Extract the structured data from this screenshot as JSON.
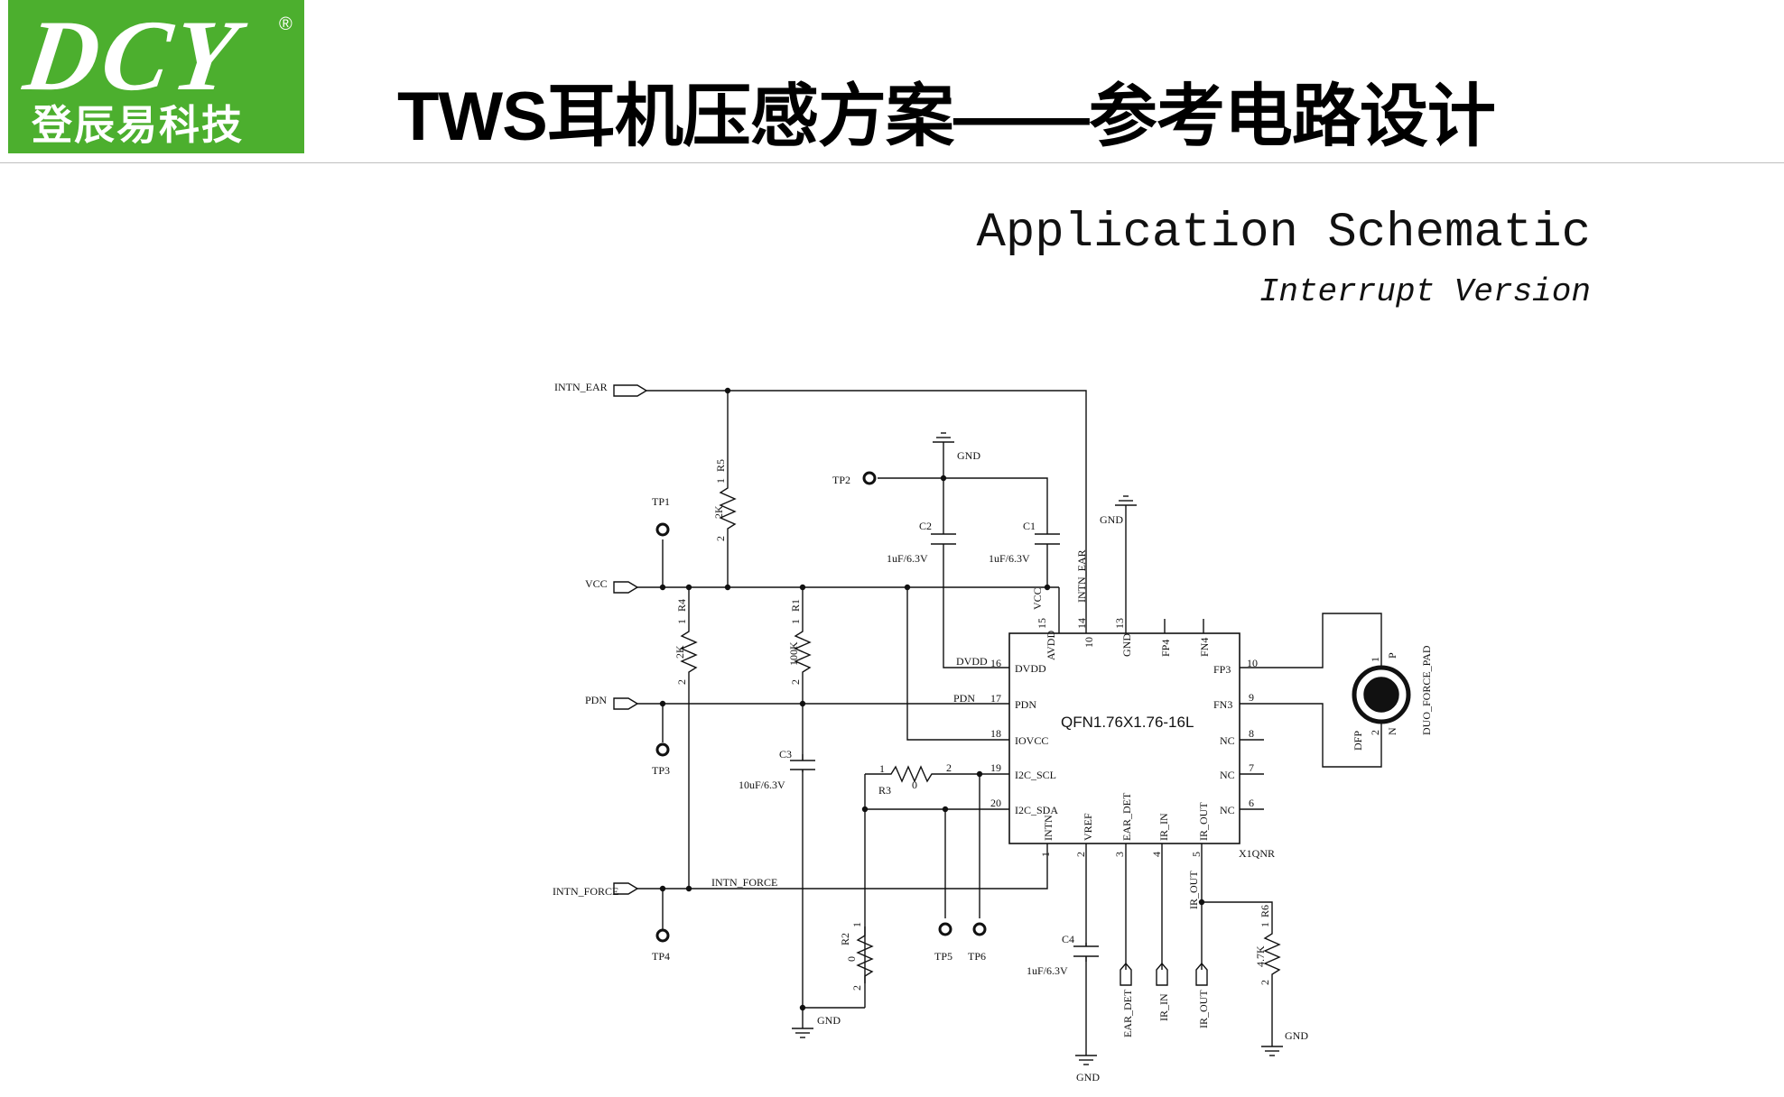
{
  "header": {
    "logo_mark": "DCY",
    "logo_registered": "®",
    "logo_company": "登辰易科技",
    "title": "TWS耳机压感方案——参考电路设计"
  },
  "schematic": {
    "title": "Application Schematic",
    "subtitle": "Interrupt Version",
    "ports": {
      "intn_ear": "INTN_EAR",
      "vcc": "VCC",
      "pdn": "PDN",
      "intn_force": "INTN_FORCE",
      "ear_det": "EAR_DET",
      "ir_in": "IR_IN",
      "ir_out": "IR_OUT"
    },
    "testpoints": {
      "tp1": "TP1",
      "tp2": "TP2",
      "tp3": "TP3",
      "tp4": "TP4",
      "tp5": "TP5",
      "tp6": "TP6"
    },
    "gnd": "GND",
    "nets": {
      "dvdd": "DVDD",
      "pdn": "PDN",
      "intn_force": "INTN_FORCE",
      "vcc": "VCC",
      "intn_ear": "INTN_EAR",
      "ir_out": "IR_OUT"
    },
    "chip": {
      "label": "QFN1.76X1.76-16L",
      "refdes": "X1QNR",
      "left_pins": [
        {
          "num": "16",
          "name": "DVDD"
        },
        {
          "num": "17",
          "name": "PDN"
        },
        {
          "num": "18",
          "name": "IOVCC"
        },
        {
          "num": "19",
          "name": "I2C_SCL"
        },
        {
          "num": "20",
          "name": "I2C_SDA"
        }
      ],
      "right_pins": [
        {
          "num": "10",
          "name": "FP3"
        },
        {
          "num": "9",
          "name": "FN3"
        },
        {
          "num": "8",
          "name": "NC"
        },
        {
          "num": "7",
          "name": "NC"
        },
        {
          "num": "6",
          "name": "NC"
        }
      ],
      "top_pins": [
        {
          "num": "15",
          "name": "AVDD"
        },
        {
          "num": "14",
          "name": "10"
        },
        {
          "num": "13",
          "name": "GND"
        },
        {
          "name": "FP4"
        },
        {
          "name": "FN4"
        }
      ],
      "bottom_pins": [
        {
          "num": "1",
          "name": "INTN"
        },
        {
          "num": "2",
          "name": "VREF"
        },
        {
          "num": "3",
          "name": "EAR_DET"
        },
        {
          "num": "4",
          "name": "IR_IN"
        },
        {
          "num": "5",
          "name": "IR_OUT"
        }
      ]
    },
    "components": {
      "r5": {
        "ref": "R5",
        "value": "2K",
        "pin1": "1",
        "pin2": "2"
      },
      "r4": {
        "ref": "R4",
        "value": "2K",
        "pin1": "1",
        "pin2": "2"
      },
      "r1": {
        "ref": "R1",
        "value": "100K",
        "pin1": "1",
        "pin2": "2"
      },
      "r3": {
        "ref": "R3",
        "value": "0",
        "pin1": "1",
        "pin2": "2"
      },
      "r2": {
        "ref": "R2",
        "value": "0",
        "pin1": "1",
        "pin2": "2"
      },
      "r6": {
        "ref": "R6",
        "value": "4.7K",
        "pin1": "1",
        "pin2": "2"
      },
      "c1": {
        "ref": "C1",
        "value": "1uF/6.3V"
      },
      "c2": {
        "ref": "C2",
        "value": "1uF/6.3V"
      },
      "c3": {
        "ref": "C3",
        "value": "10uF/6.3V"
      },
      "c4": {
        "ref": "C4",
        "value": "1uF/6.3V"
      }
    },
    "force_pad": {
      "ref": "DFP",
      "name": "DUO_FORCE_PAD",
      "pin_p": "P",
      "pin_n": "N",
      "pin1": "1",
      "pin2": "2"
    }
  }
}
